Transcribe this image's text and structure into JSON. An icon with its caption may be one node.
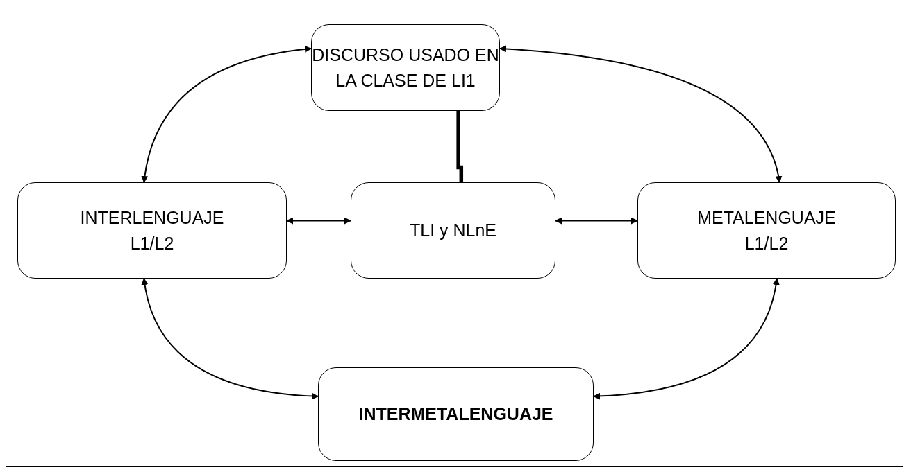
{
  "diagram": {
    "nodes": [
      {
        "text": [
          "DISCURSO USADO EN LA CLASE DE LI1"
        ]
      },
      {
        "text": [
          "INTERLENGUAJE",
          "L1/L2"
        ]
      },
      {
        "text": [
          "TLI y NLnE"
        ]
      },
      {
        "text": [
          "METALENGUAJE",
          "L1/L2"
        ]
      },
      {
        "text": [
          "INTERMETALENGUAJE"
        ]
      }
    ],
    "edges": [
      {
        "from": 0,
        "to": 1,
        "arrow": "both"
      },
      {
        "from": 0,
        "to": 3,
        "arrow": "both"
      },
      {
        "from": 1,
        "to": 2,
        "arrow": "both"
      },
      {
        "from": 2,
        "to": 3,
        "arrow": "both"
      },
      {
        "from": 1,
        "to": 4,
        "arrow": "both"
      },
      {
        "from": 3,
        "to": 4,
        "arrow": "both"
      },
      {
        "from": 0,
        "to": 2,
        "arrow": "none",
        "style": "thick"
      }
    ]
  }
}
